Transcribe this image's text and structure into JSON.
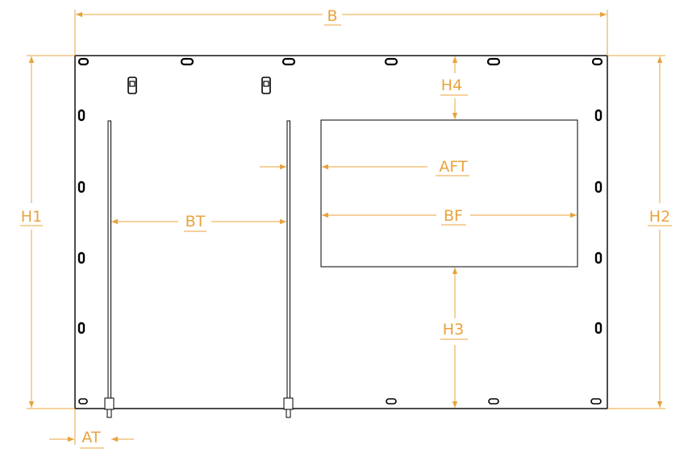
{
  "colors": {
    "dimension": "#e8a33c",
    "outline": "#000000",
    "background": "#ffffff"
  },
  "labels": {
    "B": "B",
    "H1": "H1",
    "H2": "H2",
    "H3": "H3",
    "H4": "H4",
    "AFT": "AFT",
    "BT": "BT",
    "BF": "BF",
    "AT": "AT"
  }
}
